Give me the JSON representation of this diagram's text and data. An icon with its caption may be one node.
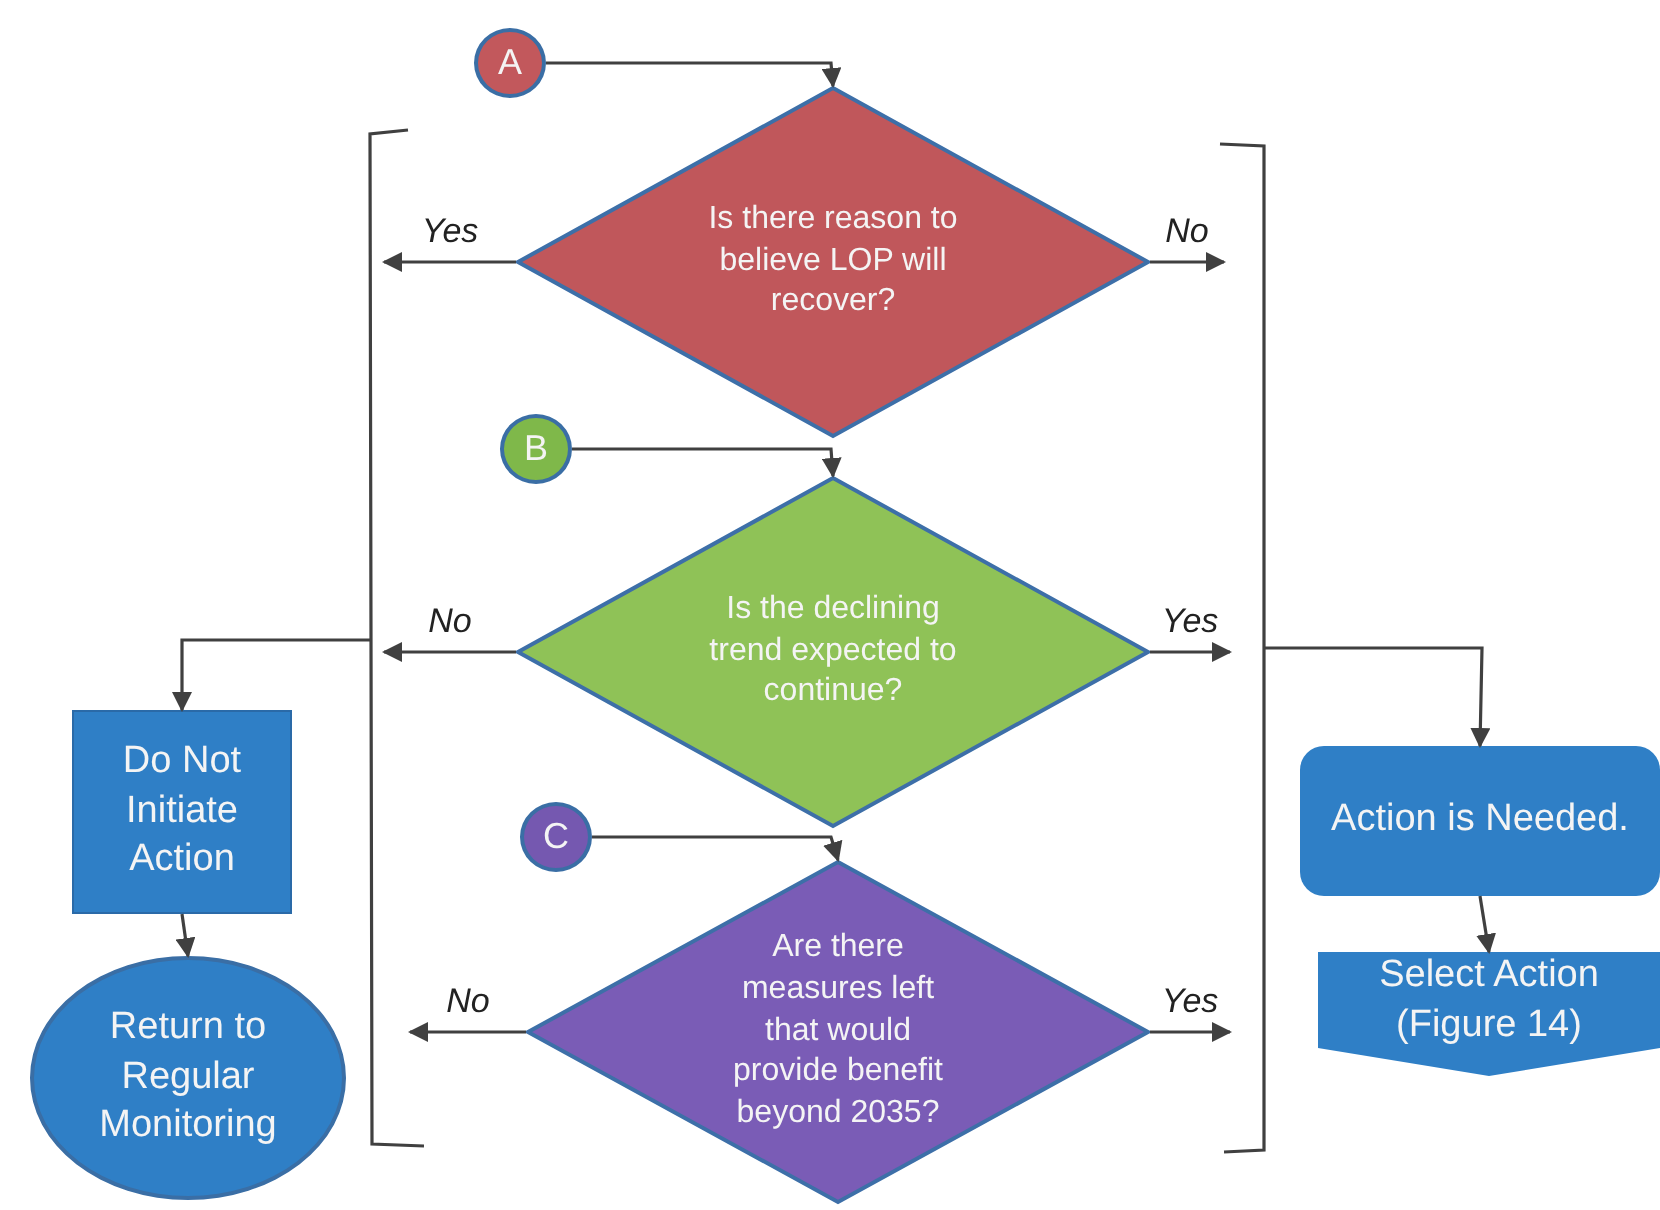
{
  "diagram": {
    "nodes": [
      {
        "text": [
          "A"
        ]
      },
      {
        "text": [
          "Is there reason to believe LOP will recover?"
        ]
      },
      {
        "text": [
          "B"
        ]
      },
      {
        "text": [
          "Is the declining trend expected to continue?"
        ]
      },
      {
        "text": [
          "C"
        ]
      },
      {
        "text": [
          "Are there measures left that would provide benefit beyond 2035?"
        ]
      },
      {
        "text": [
          "Do Not Initiate Action"
        ]
      },
      {
        "text": [
          "Return to Regular Monitoring"
        ]
      },
      {
        "text": [
          "Action is Needed."
        ]
      },
      {
        "text": [
          "Select Action (Figure 14)"
        ]
      }
    ],
    "edges": [
      {
        "from": 0,
        "to": 1,
        "arrow": "to"
      },
      {
        "from": 1,
        "to": null,
        "arrow": "to",
        "label": "Yes"
      },
      {
        "from": 1,
        "to": null,
        "arrow": "to",
        "label": "No"
      },
      {
        "from": 2,
        "to": 3,
        "arrow": "to"
      },
      {
        "from": 3,
        "to": null,
        "arrow": "to",
        "label": "No"
      },
      {
        "from": 3,
        "to": null,
        "arrow": "to",
        "label": "Yes"
      },
      {
        "from": 4,
        "to": 5,
        "arrow": "to"
      },
      {
        "from": 5,
        "to": null,
        "arrow": "to",
        "label": "No"
      },
      {
        "from": 5,
        "to": null,
        "arrow": "to",
        "label": "Yes"
      },
      {
        "from": null,
        "to": 6,
        "arrow": "to"
      },
      {
        "from": null,
        "to": 8,
        "arrow": "to"
      },
      {
        "from": 6,
        "to": 7,
        "arrow": "to"
      },
      {
        "from": 8,
        "to": 9,
        "arrow": "to"
      }
    ]
  }
}
